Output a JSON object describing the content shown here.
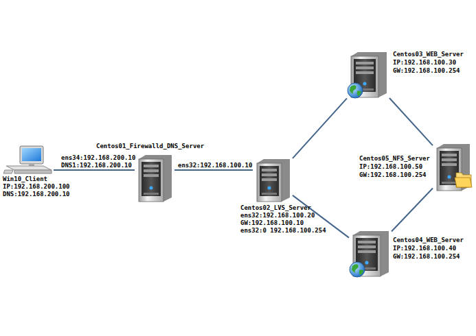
{
  "diagram": {
    "nodes": [
      {
        "text": [
          "Win10_Client",
          "IP:192.168.200.100",
          "DNS:192.168.200.10"
        ]
      },
      {
        "text": [
          "Centos01_Firewalld_DNS_Server"
        ]
      },
      {
        "text": [
          "Centos02_LVS_Server",
          "ens32:192.168.100.20",
          "GW:192.168.100.10",
          "ens32:0 192.168.100.254"
        ]
      },
      {
        "text": [
          "Centos03_WEB_Server",
          "IP:192.168.100.30",
          "GW:192.168.100.254"
        ]
      },
      {
        "text": [
          "Centos05_NFS_Server",
          "IP:192.168.100.50",
          "GW:192.168.100.254"
        ]
      },
      {
        "text": [
          "Centos04_WEB_Server",
          "IP:192.168.100.40",
          "GW:192.168.100.254"
        ]
      }
    ],
    "edges": [
      {
        "from": 0,
        "to": 1,
        "arrow": "none"
      },
      {
        "from": 1,
        "to": 2,
        "arrow": "none"
      },
      {
        "from": 2,
        "to": 3,
        "arrow": "none"
      },
      {
        "from": 2,
        "to": 5,
        "arrow": "none"
      },
      {
        "from": 3,
        "to": 4,
        "arrow": "none"
      },
      {
        "from": 5,
        "to": 4,
        "arrow": "none"
      }
    ],
    "labels": [
      "ens34:192.168.200.10",
      "DNS1:192.168.200.10",
      "ens32:192.168.100.10"
    ]
  }
}
